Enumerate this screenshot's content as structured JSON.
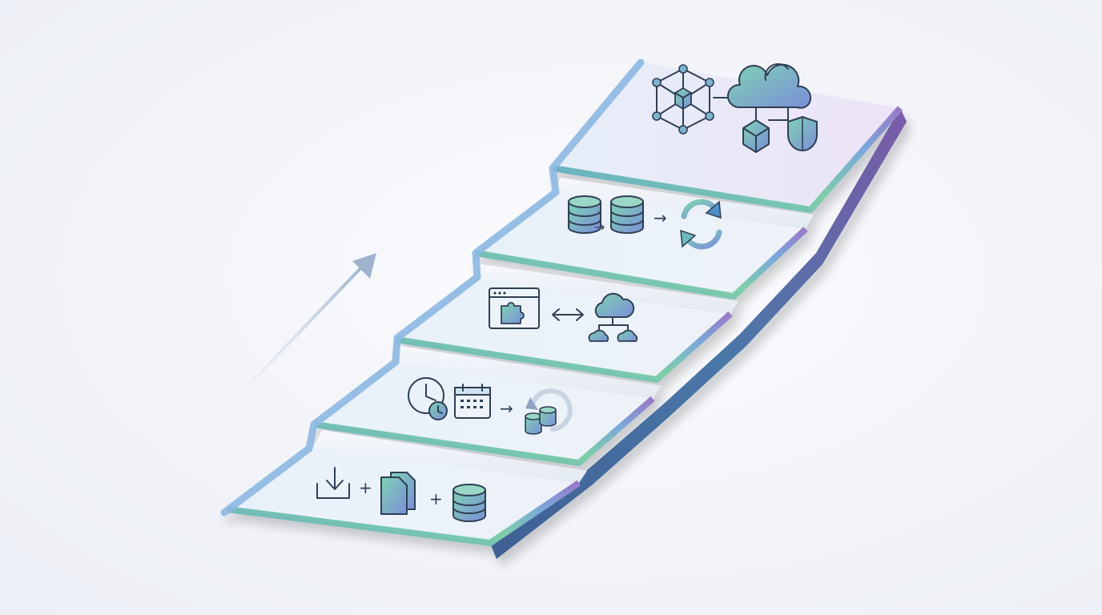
{
  "diagram": {
    "direction": "ascending-left-to-right",
    "step_count": 5,
    "steps": [
      {
        "level": 1,
        "icons": [
          "download-icon",
          "documents-icon",
          "database-icon"
        ],
        "connectors": [
          "+",
          "+"
        ]
      },
      {
        "level": 2,
        "icons": [
          "clock-icon",
          "calendar-icon",
          "database-restore-icon"
        ],
        "connectors": [
          "arrow-right"
        ]
      },
      {
        "level": 3,
        "icons": [
          "browser-plugin-icon",
          "cloud-network-icon"
        ],
        "connectors": [
          "double-arrow"
        ]
      },
      {
        "level": 4,
        "icons": [
          "database-icon",
          "database-icon",
          "sync-icon"
        ],
        "connectors": [
          "arrow-right",
          "arrow-right"
        ]
      },
      {
        "level": 5,
        "icons": [
          "network-mesh-icon",
          "cloud-icon",
          "cube-icon",
          "shield-icon"
        ],
        "connectors": [
          "line"
        ]
      }
    ],
    "connector_symbols": {
      "plus": "+",
      "arrow": "→"
    },
    "colors": {
      "step_low": "#5b9bd5",
      "step_mid": "#7fcfa8",
      "step_high": "#9a78c8",
      "icon_stroke": "#2f3f55",
      "icon_fill_start": "#7fd3b3",
      "icon_fill_end": "#7b8ed8",
      "trend_arrow": "#9fb3cf"
    }
  }
}
